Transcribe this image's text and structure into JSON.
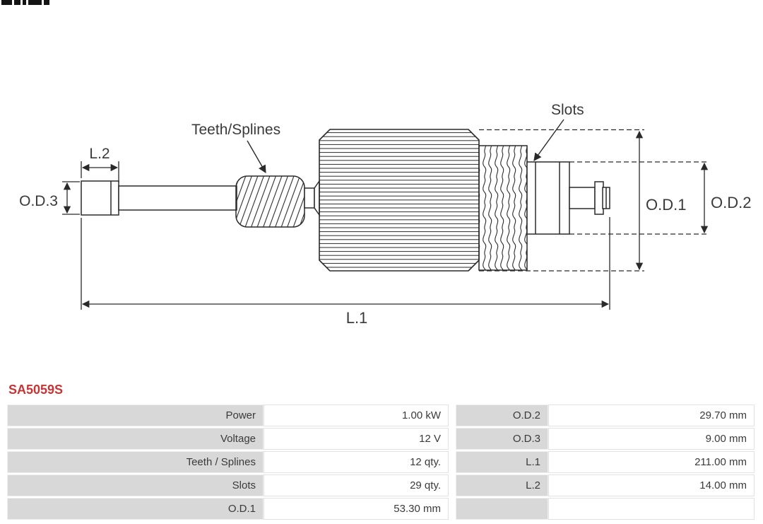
{
  "part_number": "SA5059S",
  "diagram": {
    "labels": {
      "teeth_splines": "Teeth/Splines",
      "slots": "Slots",
      "l1": "L.1",
      "l2": "L.2",
      "od1": "O.D.1",
      "od2": "O.D.2",
      "od3": "O.D.3"
    }
  },
  "spec_table": {
    "left": [
      {
        "label": "Power",
        "value": "1.00 kW"
      },
      {
        "label": "Voltage",
        "value": "12 V"
      },
      {
        "label": "Teeth / Splines",
        "value": "12 qty."
      },
      {
        "label": "Slots",
        "value": "29 qty."
      },
      {
        "label": "O.D.1",
        "value": "53.30 mm"
      }
    ],
    "right": [
      {
        "label": "O.D.2",
        "value": "29.70 mm"
      },
      {
        "label": "O.D.3",
        "value": "9.00 mm"
      },
      {
        "label": "L.1",
        "value": "211.00 mm"
      },
      {
        "label": "L.2",
        "value": "14.00 mm"
      },
      {
        "label": "",
        "value": ""
      }
    ]
  },
  "colors": {
    "part_number_red": "#c63535",
    "table_label_gray": "#d8d8d8",
    "line_color": "#2a2a2a"
  }
}
